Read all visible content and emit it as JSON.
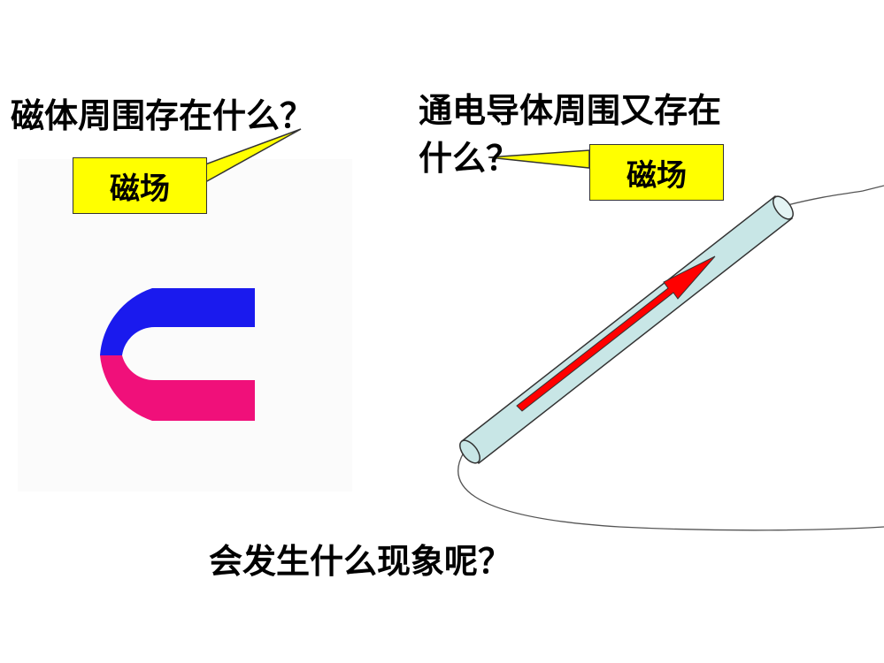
{
  "questions": {
    "magnet": "磁体周围存在什么？",
    "conductor_line1": "通电导体周围又存在",
    "conductor_line2": "什么？",
    "phenomenon": "会发生什么现象呢？"
  },
  "callouts": {
    "left": "磁场",
    "right": "磁场"
  },
  "colors": {
    "callout_fill": "#ffff00",
    "magnet_north": "#1a1aee",
    "magnet_south": "#f0107a",
    "conductor_fill": "#c8e6e6",
    "current_arrow": "#ff0000"
  }
}
